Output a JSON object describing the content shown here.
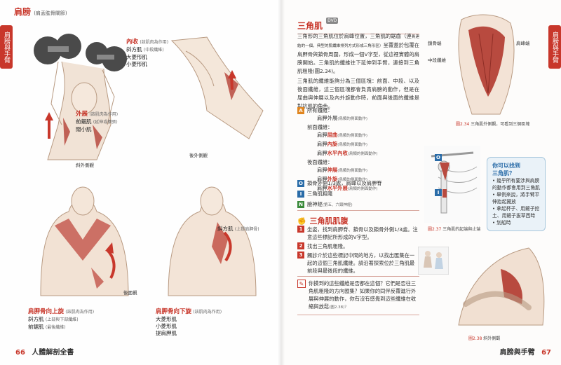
{
  "left": {
    "side_tab": "肩膀與手臂",
    "title": "肩膀",
    "title_note": "(肩盂肱骨關節)",
    "labels": {
      "adduction_title": "內收",
      "adduction_note": "(該肌肉為作用)",
      "adduction_items": [
        "斜方肌",
        "大菱形肌",
        "小菱形肌"
      ],
      "adduction_item_note": "(中段纖維)",
      "abduction_title": "外展",
      "abduction_note": "(該肌肉為作用)",
      "abduction_items": [
        "前鋸肌",
        "闊小肌"
      ],
      "abduction_item_note": "(延伸或擴張)",
      "cap_lateral_view": "斜外側觀",
      "cap_posterolateral_view": "後外側觀",
      "cap_posterior_view": "後面觀",
      "trap_label": "斜方肌",
      "trap_label_note": "(上提肩胛骨)",
      "rotate_up_title": "肩胛骨向上旋",
      "rotate_up_note": "(該肌肉為作用)",
      "rotate_up_items": [
        "斜方肌",
        "前鋸肌"
      ],
      "rotate_up_item_notes": [
        "(上部與下部纖維)",
        "(最後纖維)"
      ],
      "rotate_down_title": "肩胛骨向下旋",
      "rotate_down_note": "(該肌肉為作用)",
      "rotate_down_items": [
        "大菱形肌",
        "小菱形肌",
        "提肩胛肌"
      ]
    },
    "footer_page": "66",
    "footer_title": "人體解剖全書"
  },
  "right": {
    "side_tab": "肩膀與手臂",
    "section_title": "三角肌",
    "dvd": "DVD",
    "intro_1": "三角形的三角肌位於肩峰位置，三角肌的鋸齒（連",
    "intro_small": "骨連結的一個，典型的肌纖維排列方式形成三角形區）",
    "intro_2": "呈覆蓋於包覆在肩胛骨與鎖骨周圍，形成一個V字型，從這裡實體的肩膀開始。三角肌的纖維往下延伸到手臂，連接到三角肌粗隆",
    "intro_2_tail": "(圖2.34)。",
    "intro_3": "三角肌的纖維能夠分為三個區塊：前面、中段、以及後面纖維，這三個區塊都會負責肩膀的動作，但是在屈曲與伸展以及內外旋動作時，前面與後面的纖維是對抗肌的角色。",
    "actions_title": "所有纖維：",
    "actions": [
      {
        "prefix": "肩胛外展",
        "note": "(鳥類的側面動作)",
        "group": "all"
      },
      {
        "prefix": "前面纖維：",
        "group": "head"
      },
      {
        "red": "屈曲",
        "prefix": "肩胛",
        "note": "(鳥類的側面動作)"
      },
      {
        "red": "內旋",
        "prefix": "肩胛",
        "note": "(鳥類的側面動作)"
      },
      {
        "red": "水平內收",
        "prefix": "肩胛",
        "note": "(鳥類的側面動作)"
      },
      {
        "prefix": "後面纖維：",
        "group": "head"
      },
      {
        "red": "伸展",
        "prefix": "肩胛",
        "note": "(鳥類的側面動作)"
      },
      {
        "red": "外旋",
        "prefix": "肩胛",
        "note": "(鳥類的側面動作)"
      },
      {
        "red": "水平外展",
        "prefix": "肩胛",
        "note": "(鳥類的側面動作)"
      }
    ],
    "origin": "鎖骨外側1/3處，肩峰以及肩胛脊",
    "insertion": "三角肌粗隆",
    "nerve": "腋神經",
    "nerve_note": "(第五、六頸神經)",
    "palp_title": "三角肌肌腹",
    "palp_1": "坐姿，找到肩胛脊、鎖骨以及鎖骨外側1/3處。注意這些標記所形成的V字型。",
    "palp_2": "找出三角肌粗隆。",
    "palp_3": "觸診介於這些標記中間的地方，以找出匯集在一起的這個三角肌纖維。請沿著探索位於三角肌最前段與最後段的纖維。",
    "note_text": "你摸到的這些纖維是否都在這個？它們是否往三角肌粗隆的方向匯集？如果你的同伴反覆進行外展與伸展的動作，你有沒有感覺到這些纖維在收縮與放鬆",
    "note_tail": "(圖2.38)？",
    "fig_top_labels": {
      "acromion": "肩峰端",
      "clavicle": "鎖骨端",
      "middle": "中段纖維"
    },
    "fig_234": {
      "num": "圖2.34",
      "text": "三角肌外側觀，可看到三個區塊"
    },
    "tip_title_1": "你可以找到",
    "tip_title_2": "三角肌？",
    "tip_items": [
      "幾乎所有要涉與肩膀的動作都會用到三角肌",
      "舉例來說，將手臂平伸抬起擺放",
      "拿起杯子、用鏟子挖土、用鏟子拔草西時",
      "划船時"
    ],
    "fig_237": {
      "num": "圖2.37",
      "text": "三角肌的起端與止端"
    },
    "fig_238": {
      "num": "圖2.38",
      "text": "斜外側觀"
    },
    "footer_page": "67",
    "footer_title": "肩膀與手臂"
  },
  "colors": {
    "accent": "#c8372b",
    "blue": "#2a6ca8",
    "tip_bg": "#eaf2f8"
  },
  "badges": {
    "a": "A",
    "o": "O",
    "i": "I",
    "n": "N"
  },
  "nums": [
    "1",
    "2",
    "3"
  ]
}
